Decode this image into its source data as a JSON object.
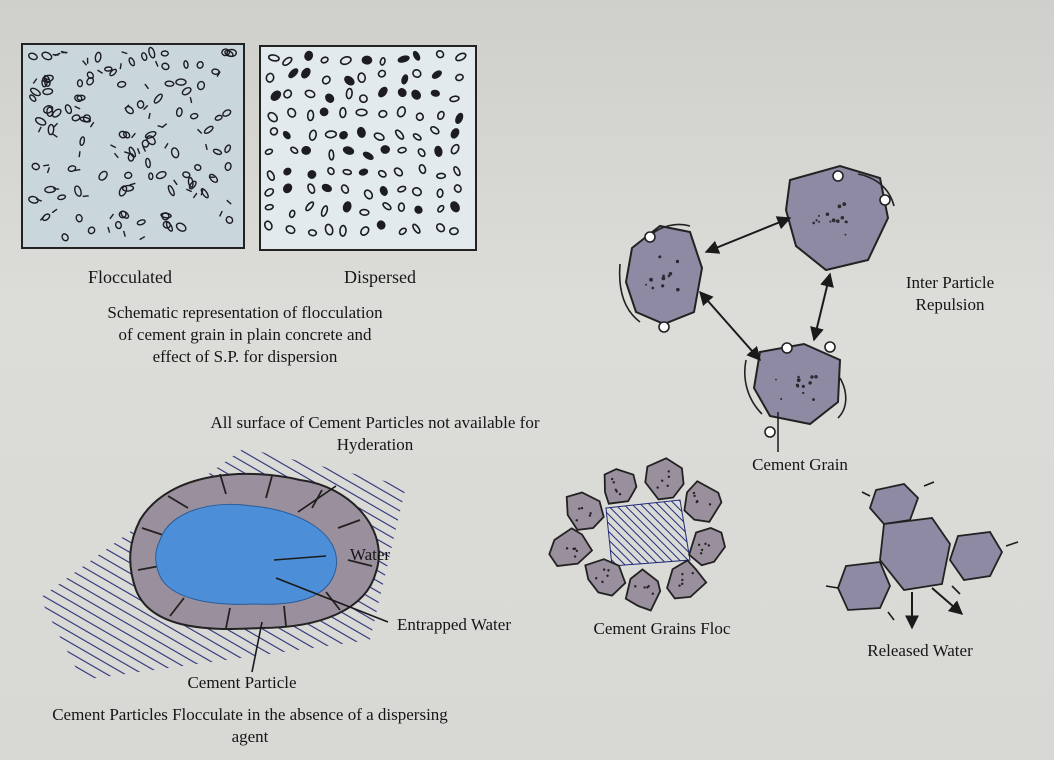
{
  "labels": {
    "flocculated": "Flocculated",
    "dispersed": "Dispersed",
    "schematic_caption": "Schematic representation of flocculation of cement grain in plain concrete and effect of S.P. for dispersion",
    "inter_particle_repulsion": "Inter Particle Repulsion",
    "cement_grain": "Cement Grain",
    "surface_not_available": "All surface of Cement Particles not available for Hyderation",
    "water": "Water",
    "entrapped_water": "Entrapped Water",
    "cement_particle": "Cement Particle",
    "floc_caption": "Cement Particles Flocculate in the absence of a dispersing agent",
    "cement_grains_floc": "Cement Grains Floc",
    "released_water": "Released Water"
  },
  "colors": {
    "particle_fill": "#8f8aa3",
    "water_blue": "#4c8fd8",
    "hatch_navy": "#2a2f7a",
    "panel_bg": "#c9d6dc",
    "floc_stone": "#9a8f9c"
  }
}
